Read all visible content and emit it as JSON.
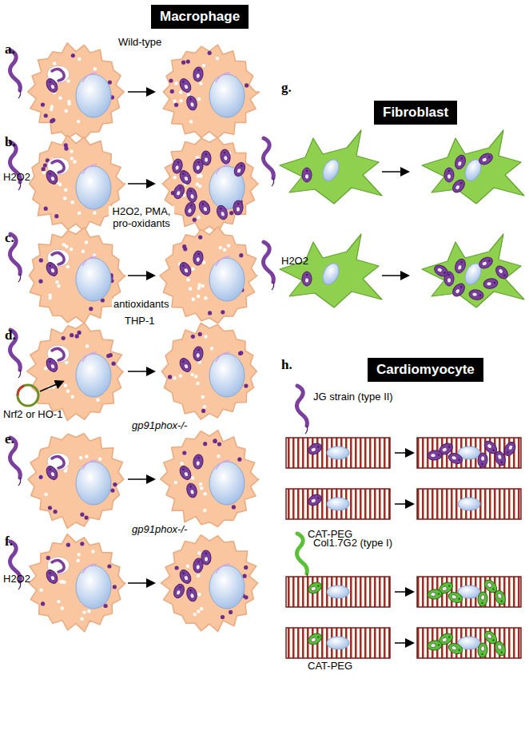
{
  "diagram": {
    "nodes": [
      {
        "text": [
          "Macrophage"
        ]
      },
      {
        "text": [
          "Fibroblast"
        ]
      },
      {
        "text": [
          "Cardiomyocyte"
        ]
      }
    ],
    "labels": [
      "a.",
      "Wild-type",
      "b.",
      "H2O2",
      "H2O2, PMA, pro-oxidants",
      "c.",
      "antioxidants",
      "d.",
      "THP-1",
      "Nrf2 or HO-1",
      "e.",
      "gp91phox-/-",
      "f.",
      "gp91phox-/-",
      "H2O2",
      "g.",
      "H2O2",
      "h.",
      "JG strain (type II)",
      "CAT-PEG",
      "Col1.7G2 (type I)",
      "CAT-PEG"
    ]
  }
}
